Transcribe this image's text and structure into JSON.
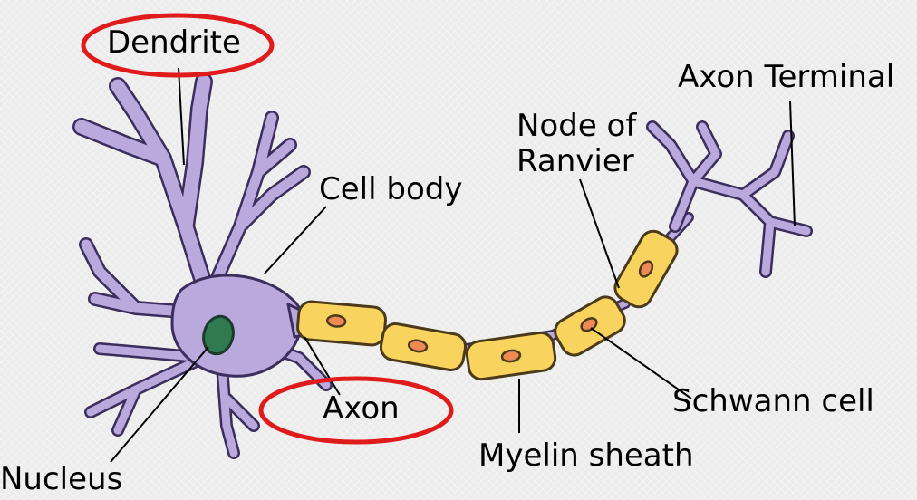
{
  "labels": {
    "dendrite": "Dendrite",
    "axon_terminal": "Axon Terminal",
    "node_of_ranvier": "Node of\nRanvier",
    "cell_body": "Cell body",
    "axon": "Axon",
    "schwann_cell": "Schwann cell",
    "myelin_sheath": "Myelin sheath",
    "nucleus": "Nucleus"
  },
  "colors": {
    "neuron_body": "#b9a9dc",
    "neuron_outline": "#3b2d5c",
    "myelin": "#f8d45e",
    "myelin_outline": "#4a3a1a",
    "schwann_nucleus": "#ef8a55",
    "cell_nucleus": "#2f7a4f",
    "highlight": "#e01b1b"
  }
}
